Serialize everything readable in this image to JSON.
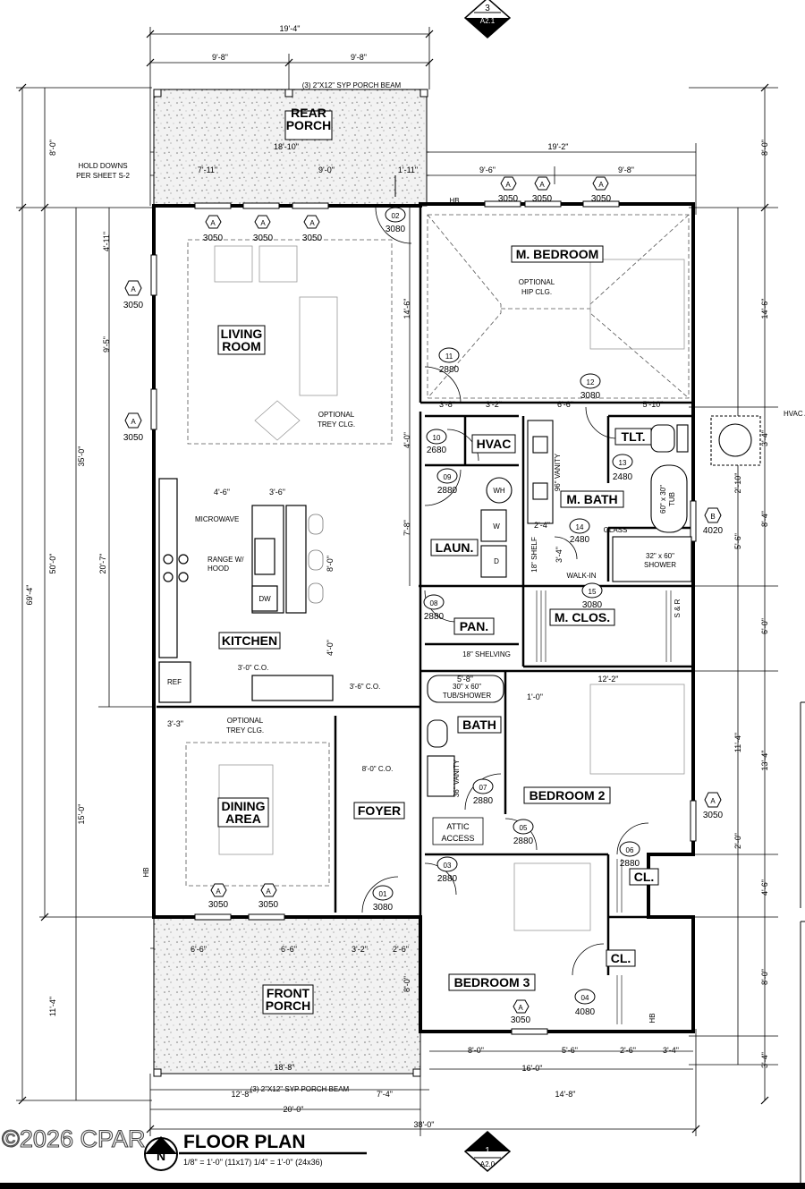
{
  "rooms": {
    "rear_porch": "REAR PORCH",
    "living": "LIVING ROOM",
    "kitchen": "KITCHEN",
    "dining": "DINING AREA",
    "foyer": "FOYER",
    "front_porch": "FRONT PORCH",
    "m_bedroom": "M. BEDROOM",
    "hvac": "HVAC",
    "laun": "LAUN.",
    "m_bath": "M. BATH",
    "tlt": "TLT.",
    "pan": "PAN.",
    "m_clos": "M. CLOS.",
    "bath": "BATH",
    "bedroom2": "BEDROOM 2",
    "bedroom3": "BEDROOM 3",
    "cl1": "CL.",
    "cl2": "CL."
  },
  "notes": {
    "porch_beam_top": "(3) 2\"X12\" SYP PORCH BEAM",
    "porch_beam_bottom": "(3) 2\"X12\" SYP PORCH BEAM",
    "hold_downs_1": "HOLD DOWNS",
    "hold_downs_2": "PER SHEET S-2",
    "optional_hip_1": "OPTIONAL",
    "optional_hip_2": "HIP CLG.",
    "optional_trey_1": "OPTIONAL",
    "optional_trey_2": "TREY CLG.",
    "optional_trey_dining_1": "OPTIONAL",
    "optional_trey_dining_2": "TREY CLG.",
    "microwave": "MICROWAVE",
    "range_1": "RANGE W/",
    "range_2": "HOOD",
    "dw": "DW",
    "ref": "REF",
    "wh": "WH",
    "washer": "W",
    "dryer": "D",
    "vanity_96": "96\" VANITY",
    "vanity_36": "36\" VANITY",
    "tub_master_1": "60\" x 30\"",
    "tub_master_2": "TUB",
    "glass": "GLASS",
    "shower_1": "32\" x 60\"",
    "shower_2": "SHOWER",
    "walk_in": "WALK-IN",
    "shelf_18": "18\" SHELF",
    "shelving_18": "18\" SHELVING",
    "s_and_r": "S & R",
    "tub_bath_1": "30\" x 60\"",
    "tub_bath_2": "TUB/SHOWER",
    "attic_1": "ATTIC",
    "attic_2": "ACCESS",
    "co_kitchen": "3'-0\" C.O.",
    "co_foyer": "3'-6\" C.O.",
    "co_dining": "8'-0\" C.O.",
    "hb_top": "HB",
    "hb_left": "HB",
    "hb_right": "HB",
    "hvac_attach": "HVAC ATTAC"
  },
  "tags": {
    "window_a": "A",
    "window_b": "B",
    "window_3050": "3050",
    "window_4020": "4020",
    "d01": "01",
    "d01_size": "3080",
    "d02": "02",
    "d02_size": "3080",
    "d03": "03",
    "d03_size": "2880",
    "d04": "04",
    "d04_size": "4080",
    "d05": "05",
    "d05_size": "2880",
    "d06": "06",
    "d06_size": "2880",
    "d07": "07",
    "d07_size": "2880",
    "d08": "08",
    "d08_size": "2880",
    "d09": "09",
    "d09_size": "2880",
    "d10": "10",
    "d10_size": "2680",
    "d11": "11",
    "d11_size": "2880",
    "d12": "12",
    "d12_size": "3080",
    "d13": "13",
    "d13_size": "2480",
    "d14": "14",
    "d14_size": "2480",
    "d15": "15",
    "d15_size": "3080"
  },
  "dims": {
    "top_total": "19'-4\"",
    "top_left": "9'-8\"",
    "top_right": "9'-8\"",
    "porch_inner": "18'-10\"",
    "porch_7_11": "7'-11\"",
    "porch_9_0": "9'-0\"",
    "porch_1_11": "1'-11\"",
    "right_top_total": "19'-2\"",
    "right_top_a": "9'-6\"",
    "right_top_b": "9'-8\"",
    "left_8_0": "8'-0\"",
    "left_4_11": "4'-11\"",
    "left_9_5": "9'-5\"",
    "left_35_0": "35'-0\"",
    "left_20_7": "20'-7\"",
    "left_50_0": "50'-0\"",
    "left_69_4": "69'-4\"",
    "left_15_0": "15'-0\"",
    "left_11_4": "11'-4\"",
    "mid_14_6": "14'-6\"",
    "mid_4_0": "4'-0\"",
    "mid_7_8": "7'-8\"",
    "mid_8_0": "8'-0\"",
    "right_8_0": "8'-0\"",
    "right_14_6": "14'-6\"",
    "right_3_4": "3'-4\"",
    "right_2_10": "2'-10\"",
    "right_8_4": "8'-4\"",
    "right_5_6": "5'-6\"",
    "right_6_0": "6'-0\"",
    "right_11_4": "11'-4\"",
    "right_13_4": "13'-4\"",
    "right_2_0": "2'-0\"",
    "right_4_6": "4'-6\"",
    "right_8_0b": "8'-0\"",
    "right_3_4b": "3'-4\"",
    "bath_3_8": "3'-8\"",
    "bath_3_2": "3'-2\"",
    "bath_6_6": "6'-6\"",
    "bath_5_10": "5'-10\"",
    "bath_2_4": "2'-4\"",
    "bath_3_4": "3'-4\"",
    "kit_4_6": "4'-6\"",
    "kit_3_6": "3'-6\"",
    "kit_8_0": "8'-0\"",
    "kit_4_0": "4'-0\"",
    "kit_3_3": "3'-3\"",
    "bath2_5_8": "5'-8\"",
    "bath2_1_0": "1'-0\"",
    "bed2_12_2": "12'-2\"",
    "fp_6_6": "6'-6\"",
    "fp_6_6b": "6'-6\"",
    "fp_3_2": "3'-2\"",
    "fp_2_6": "2'-6\"",
    "fp_18_8": "18'-8\"",
    "bot_8_0": "8'-0\"",
    "bot_5_6": "5'-6\"",
    "bot_2_6": "2'-6\"",
    "bot_3_4": "3'-4\"",
    "bot_16_0": "16'-0\"",
    "bot_12_8": "12'-8\"",
    "bot_7_4": "7'-4\"",
    "bot_14_8": "14'-8\"",
    "bot_20_0": "20'-0\"",
    "bot_38_0": "38'-0\""
  },
  "sections": {
    "top_num": "3",
    "top_sheet": "A2.1",
    "bottom_num": "1",
    "bottom_sheet": "A2.0"
  },
  "title": {
    "text": "FLOOR PLAN",
    "scale": "1/8\" = 1'-0\" (11x17) 1/4\" = 1'-0\" (24x36)",
    "north": "N"
  },
  "watermark": "©2026 CPAR"
}
